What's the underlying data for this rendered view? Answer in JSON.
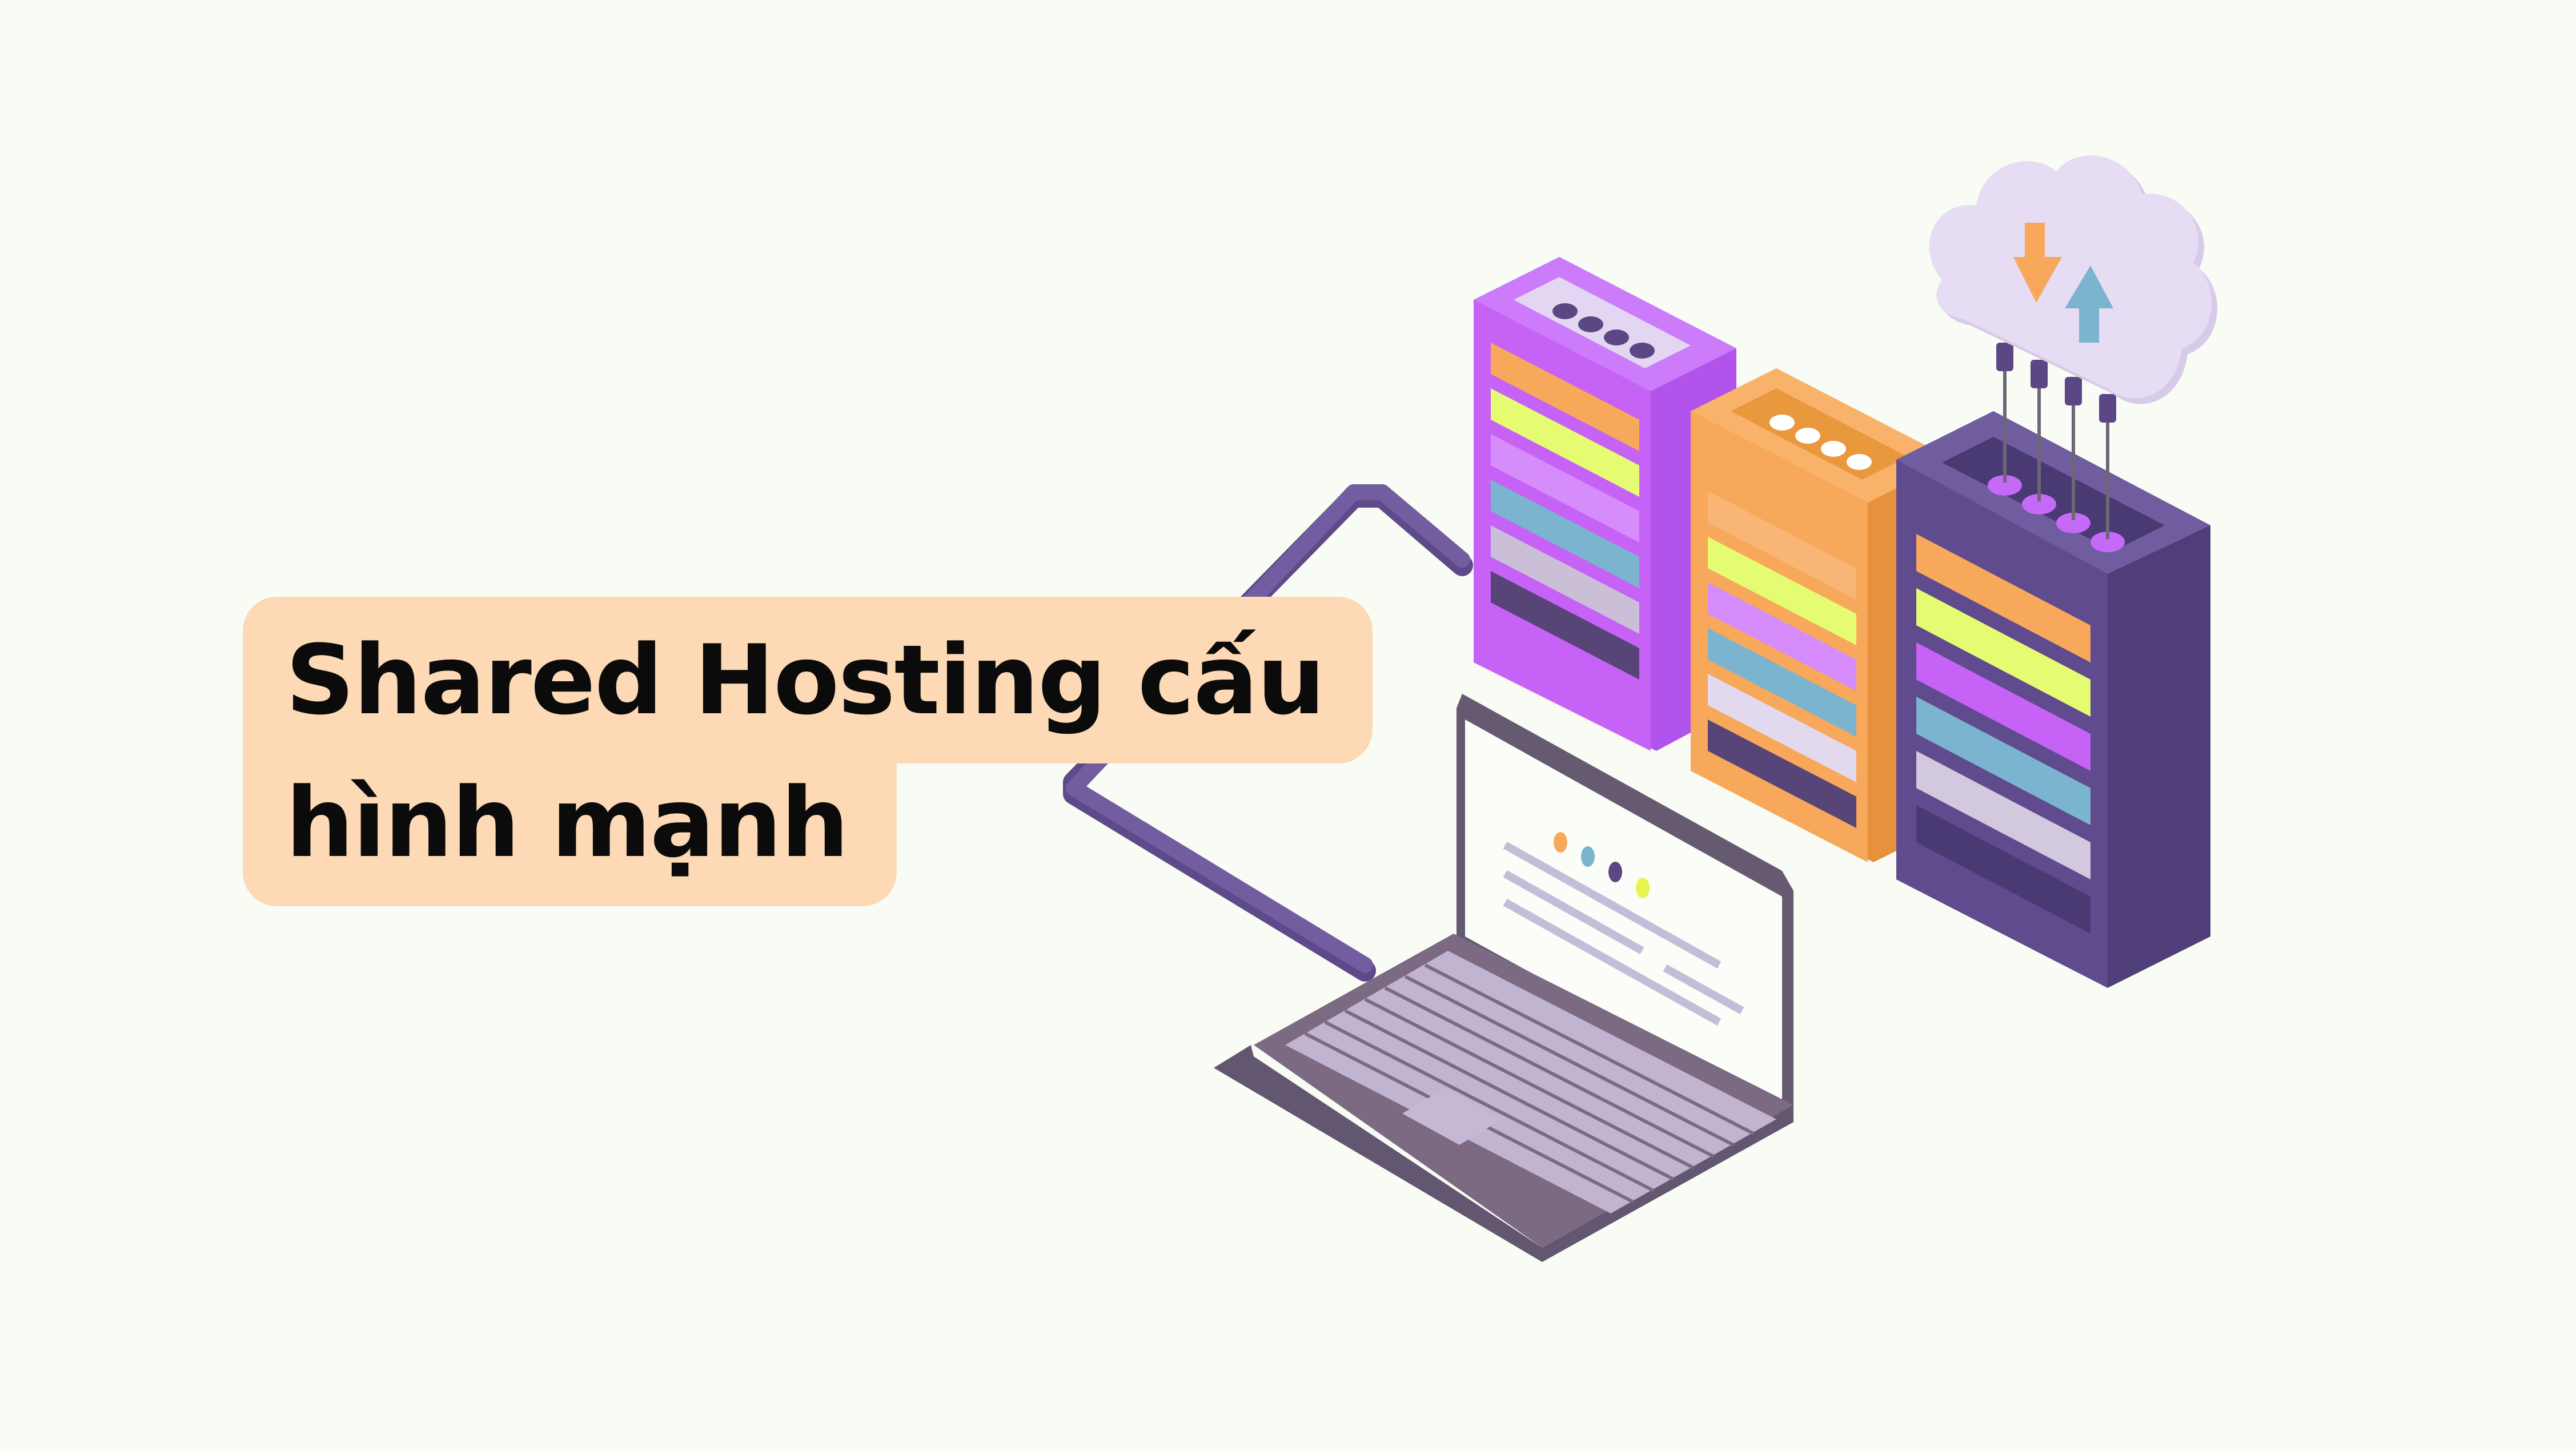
{
  "caption": {
    "line1": "Shared Hosting cấu",
    "line2": "hình mạnh",
    "background_color": "#fdd9b5",
    "text_color": "#0b0b0b"
  },
  "illustration": {
    "background_color": "#f8fcf5",
    "servers": [
      {
        "name": "purple-server",
        "color": "#c762f7"
      },
      {
        "name": "orange-server",
        "color": "#f7a85a"
      },
      {
        "name": "dark-purple-server",
        "color": "#5f4b8e"
      }
    ],
    "cloud": {
      "color": "#e6dcf3",
      "arrows": [
        "download-arrow",
        "upload-arrow"
      ],
      "download_color": "#f7a85a",
      "upload_color": "#7ab4cf"
    },
    "laptop": {
      "body_color": "#7a6a82",
      "screen_dot_colors": [
        "#f7a85a",
        "#7ab4cf",
        "#5f4b8e",
        "#e8f54c"
      ]
    },
    "cable_color": "#715d9f"
  }
}
